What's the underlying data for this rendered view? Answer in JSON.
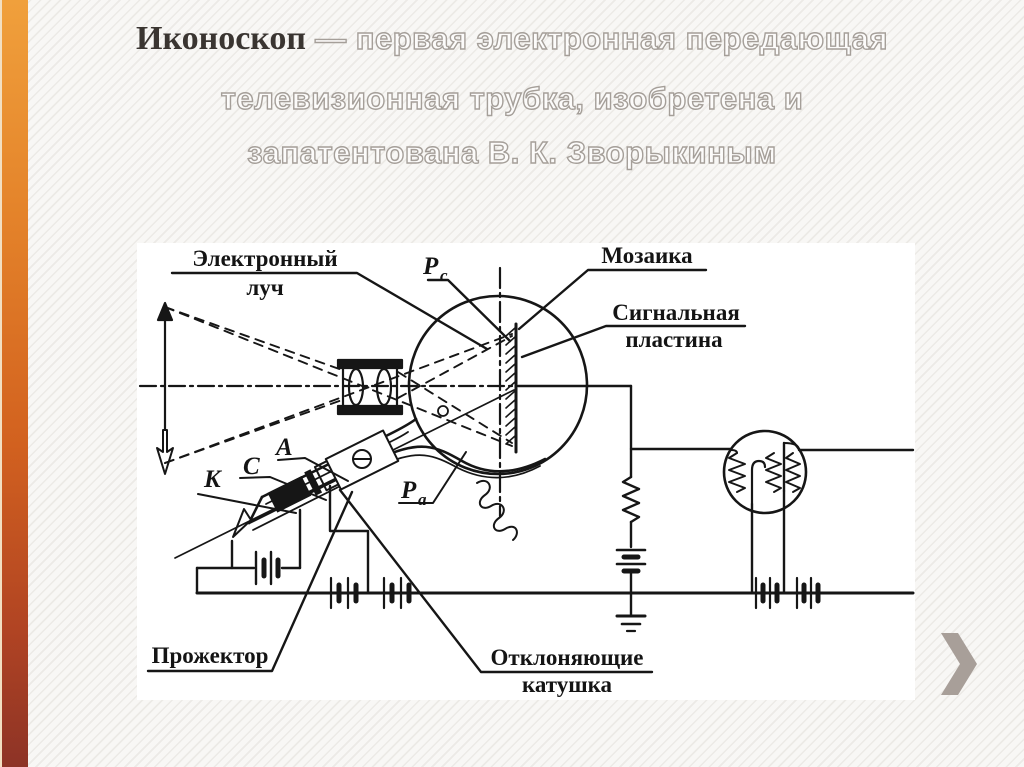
{
  "slide": {
    "title": {
      "term": "Иконоскоп",
      "line1_rest": "— первая электронная передающая",
      "line2": "телевизионная трубка, изобретена и",
      "line3": "запатентована В. К. Зворыкиным"
    },
    "nav": {
      "next_icon": "chevron-right"
    },
    "colors": {
      "accent_bar_top": "#f0a03c",
      "accent_bar_bottom": "#8d3326",
      "chevron": "#a89f99",
      "ink": "#161616",
      "title_term": "#3a3531",
      "title_outline_stroke": "#a59f99",
      "panel_bg": "#ffffff"
    }
  },
  "diagram": {
    "labels": {
      "electron_beam_line1": "Электронный",
      "electron_beam_line2": "луч",
      "pc_main": "P",
      "pc_sub": "c",
      "mosaic": "Мозаика",
      "signal_plate_line1": "Сигнальная",
      "signal_plate_line2": "пластина",
      "cathode": "K",
      "control_electrode": "C",
      "anode": "A",
      "pa_main": "P",
      "pa_sub": "a",
      "gun": "Прожектор",
      "deflection_line1": "Отклоняющие",
      "deflection_line2": "катушка"
    }
  }
}
